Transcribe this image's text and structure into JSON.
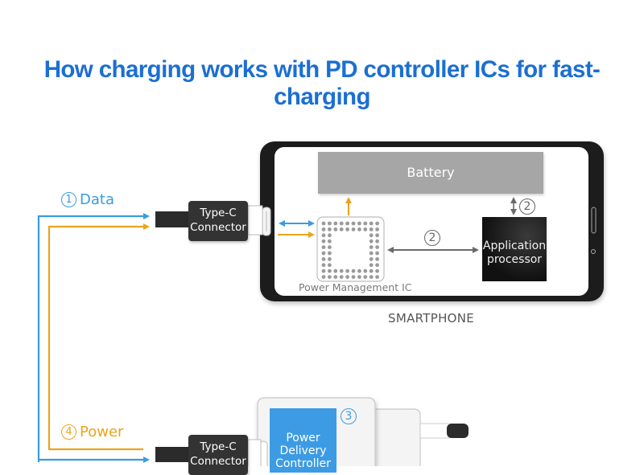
{
  "title": "How charging works with PD controller ICs for fast-charging",
  "colors": {
    "title": "#1b6fd2",
    "data_line": "#3a9be0",
    "power_line": "#eaa41c",
    "pd_controller": "#3d9be3",
    "battery": "#a6a6a6",
    "connector": "#333333"
  },
  "flows": {
    "data": {
      "number": "1",
      "label": "Data"
    },
    "power": {
      "number": "4",
      "label": "Power"
    }
  },
  "smartphone": {
    "label": "SMARTPHONE",
    "connector": {
      "line1": "Type-C",
      "line2": "Connector"
    },
    "battery": "Battery",
    "pmic": "Power Management IC",
    "ap": {
      "line1": "Application",
      "line2": "processor"
    },
    "step_pmic_ap": "2",
    "step_ap_battery": "2"
  },
  "charger": {
    "connector": {
      "line1": "Type-C",
      "line2": "Connector"
    },
    "pd_controller": {
      "line1": "Power",
      "line2": "Delivery",
      "line3": "Controller"
    },
    "step": "3"
  }
}
